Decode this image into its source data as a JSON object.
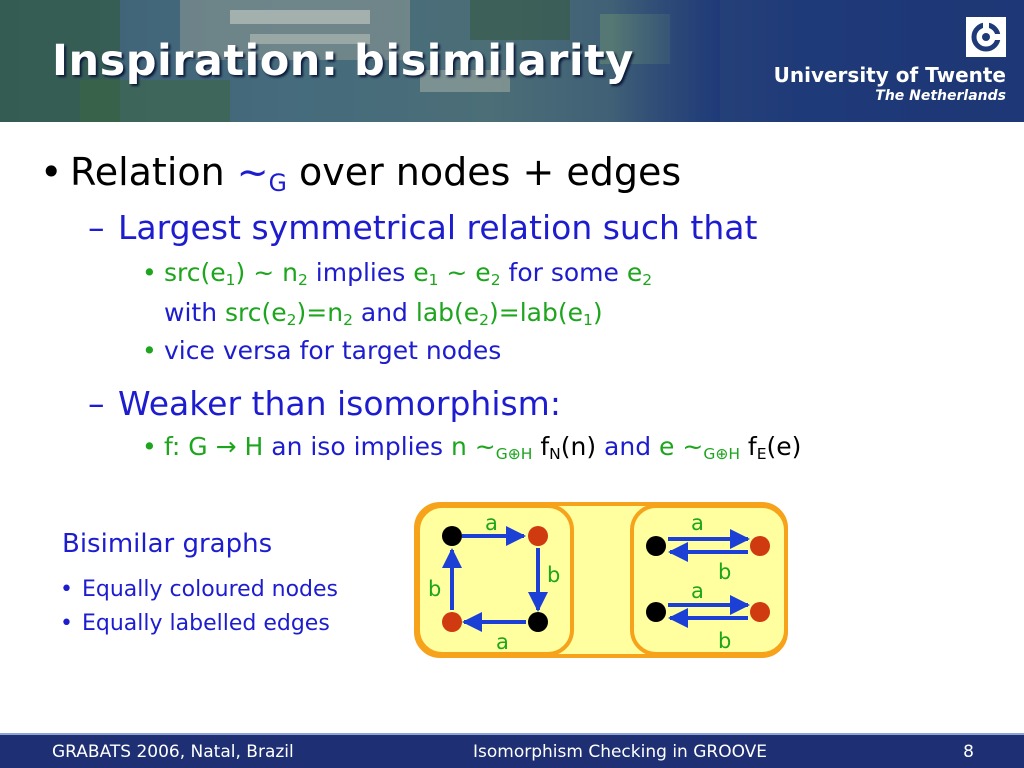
{
  "header": {
    "title": "Inspiration: bisimilarity",
    "university": "University of Twente",
    "country": "The Netherlands"
  },
  "bullets": {
    "l1_a": "Relation ",
    "l1_sym": "~",
    "l1_sub": "G",
    "l1_b": " over nodes + edges",
    "l2_dash": "–",
    "l2": "Largest symmetrical relation such that",
    "l3_a": "src(e",
    "l3_s1": "1",
    "l3_b": ") ~ n",
    "l3_s2": "2",
    "l3_c": " implies ",
    "l3_d": "e",
    "l3_s3": "1",
    "l3_e": " ~ e",
    "l3_s4": "2",
    "l3_f": " for some ",
    "l3_g": "e",
    "l3_s5": "2",
    "l3b_a": "with ",
    "l3b_b": "src(e",
    "l3b_s1": "2",
    "l3b_c": ")=n",
    "l3b_s2": "2",
    "l3b_d": " and ",
    "l3b_e": "lab(e",
    "l3b_s3": "2",
    "l3b_f": ")=lab(e",
    "l3b_s4": "1",
    "l3b_g": ")",
    "l4": "vice versa for target nodes",
    "l5_dash": "–",
    "l5": "Weaker than isomorphism:",
    "l6_a": "f: G → H",
    "l6_b": " an iso implies ",
    "l6_c": "n ~",
    "l6_s1": "G⊕H",
    "l6_d": " f",
    "l6_s2": "N",
    "l6_e": "(n)",
    "l6_f": " and ",
    "l6_g": "e ~",
    "l6_s3": "G⊕H",
    "l6_h": " f",
    "l6_s4": "E",
    "l6_i": "(e)"
  },
  "bisimilar": {
    "title": "Bisimilar graphs",
    "items": [
      "Equally coloured nodes",
      "Equally labelled edges"
    ]
  },
  "graph_labels": {
    "left_top": "a",
    "left_right": "b",
    "left_left": "b",
    "left_bottom": "a",
    "right_1": "a",
    "right_2": "b",
    "right_3": "a",
    "right_4": "b"
  },
  "colors": {
    "node_black": "#000000",
    "node_red": "#d03a10",
    "edge_blue": "#1c3fd6",
    "box_fill": "#ffffa0",
    "box_border": "#f7a21b",
    "label_green": "#1ea51e"
  },
  "footer": {
    "left": "GRABATS 2006, Natal, Brazil",
    "center": "Isomorphism Checking in GROOVE",
    "page": "8"
  }
}
